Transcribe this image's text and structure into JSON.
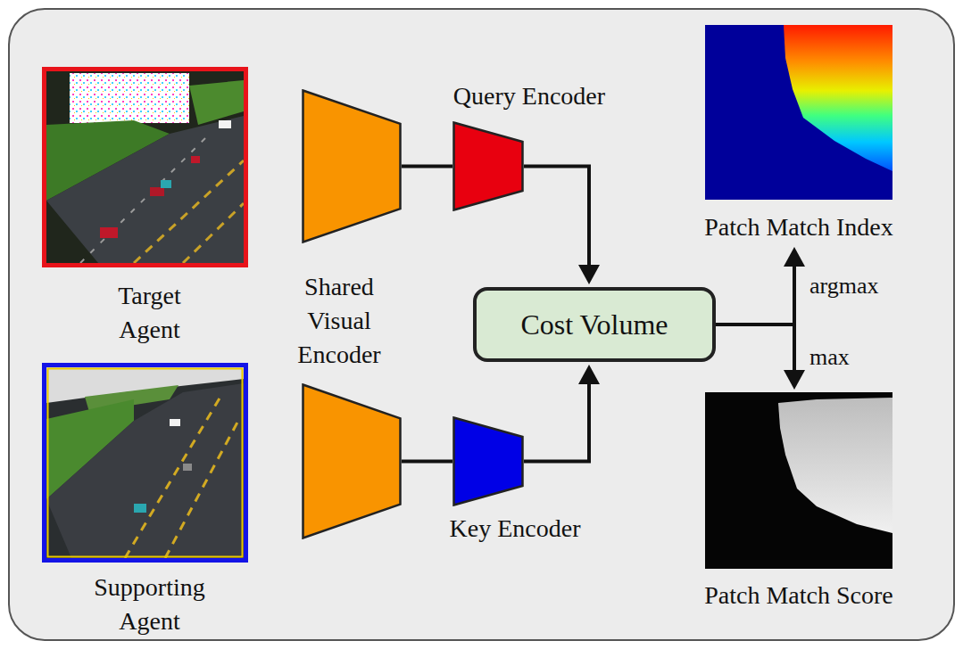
{
  "diagram": {
    "nodes": [
      {
        "text": [
          "Target Agent"
        ]
      },
      {
        "text": [
          "Shared Visual Encoder"
        ]
      },
      {
        "text": [
          "Query Encoder"
        ]
      },
      {
        "text": [
          "Patch Match Index"
        ]
      },
      {
        "text": [
          "Cost Volume"
        ]
      },
      {
        "text": [
          "Supporting Agent"
        ]
      },
      {
        "text": []
      },
      {
        "text": [
          "Key Encoder"
        ]
      },
      {
        "text": [
          "Patch Match Score"
        ]
      }
    ],
    "edges": [
      {
        "from": 1,
        "to": 2,
        "arrow": "none"
      },
      {
        "from": 6,
        "to": 7,
        "arrow": "none"
      },
      {
        "from": 2,
        "to": 4,
        "arrow": "to"
      },
      {
        "from": 7,
        "to": 4,
        "arrow": "to"
      },
      {
        "from": 4,
        "to": 3,
        "arrow": "to",
        "label": "argmax"
      },
      {
        "from": 4,
        "to": 8,
        "arrow": "to",
        "label": "max"
      }
    ]
  }
}
